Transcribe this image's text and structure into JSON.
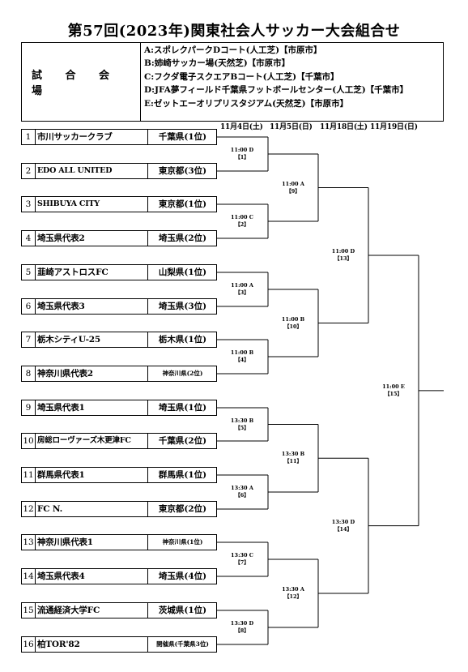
{
  "title": "第57回(2023年)関東社会人サッカー大会組合せ",
  "venues": {
    "label": "試 合 会 場",
    "list": [
      "A:スポレクパークDコート(人工芝)【市原市】",
      "B:姉崎サッカー場(天然芝)【市原市】",
      "C:フクダ電子スクエアBコート(人工芝)【千葉市】",
      "D:JFA夢フィールド千葉県フットボールセンター(人工芝)【千葉市】",
      "E:ゼットエーオリプリスタジアム(天然芝)【市原市】"
    ]
  },
  "dates": [
    "11月4日(土)",
    "11月5日(日)",
    "11月18日(土)",
    "11月19日(日)"
  ],
  "teams": [
    {
      "seed": "1",
      "name": "市川サッカークラブ",
      "pref": "千葉県(1位)"
    },
    {
      "seed": "2",
      "name": "EDO ALL UNITED",
      "pref": "東京都(3位)"
    },
    {
      "seed": "3",
      "name": "SHIBUYA CITY",
      "pref": "東京都(1位)"
    },
    {
      "seed": "4",
      "name": "埼玉県代表2",
      "pref": "埼玉県(2位)"
    },
    {
      "seed": "5",
      "name": "韮崎アストロスFC",
      "pref": "山梨県(1位)"
    },
    {
      "seed": "6",
      "name": "埼玉県代表3",
      "pref": "埼玉県(3位)"
    },
    {
      "seed": "7",
      "name": "栃木シティU-25",
      "pref": "栃木県(1位)"
    },
    {
      "seed": "8",
      "name": "神奈川県代表2",
      "pref": "神奈川県(2位)"
    },
    {
      "seed": "9",
      "name": "埼玉県代表1",
      "pref": "埼玉県(1位)"
    },
    {
      "seed": "10",
      "name": "房総ローヴァーズ木更津FC",
      "pref": "千葉県(2位)"
    },
    {
      "seed": "11",
      "name": "群馬県代表1",
      "pref": "群馬県(1位)"
    },
    {
      "seed": "12",
      "name": "FC N.",
      "pref": "東京都(2位)"
    },
    {
      "seed": "13",
      "name": "神奈川県代表1",
      "pref": "神奈川県(1位)"
    },
    {
      "seed": "14",
      "name": "埼玉県代表4",
      "pref": "埼玉県(4位)"
    },
    {
      "seed": "15",
      "name": "流通経済大学FC",
      "pref": "茨城県(1位)"
    },
    {
      "seed": "16",
      "name": "柏TOR'82",
      "pref": "開催県(千葉県3位)"
    }
  ],
  "matches": [
    {
      "time": "11:00 D",
      "no": "【1】"
    },
    {
      "time": "11:00  C",
      "no": "【2】"
    },
    {
      "time": "11:00 A",
      "no": "【3】"
    },
    {
      "time": "11:00 B",
      "no": "【4】"
    },
    {
      "time": "13:30 B",
      "no": "【5】"
    },
    {
      "time": "13:30 A",
      "no": "【6】"
    },
    {
      "time": "13:30 C",
      "no": "【7】"
    },
    {
      "time": "13:30 D",
      "no": "【8】"
    },
    {
      "time": "11:00 A",
      "no": "【9】"
    },
    {
      "time": "11:00 B",
      "no": "【10】"
    },
    {
      "time": "13:30 B",
      "no": "【11】"
    },
    {
      "time": "13:30 A",
      "no": "【12】"
    },
    {
      "time": "11:00 D",
      "no": "【13】"
    },
    {
      "time": "13:30 D",
      "no": "【14】"
    },
    {
      "time": "11:00 E",
      "no": "【15】"
    }
  ]
}
